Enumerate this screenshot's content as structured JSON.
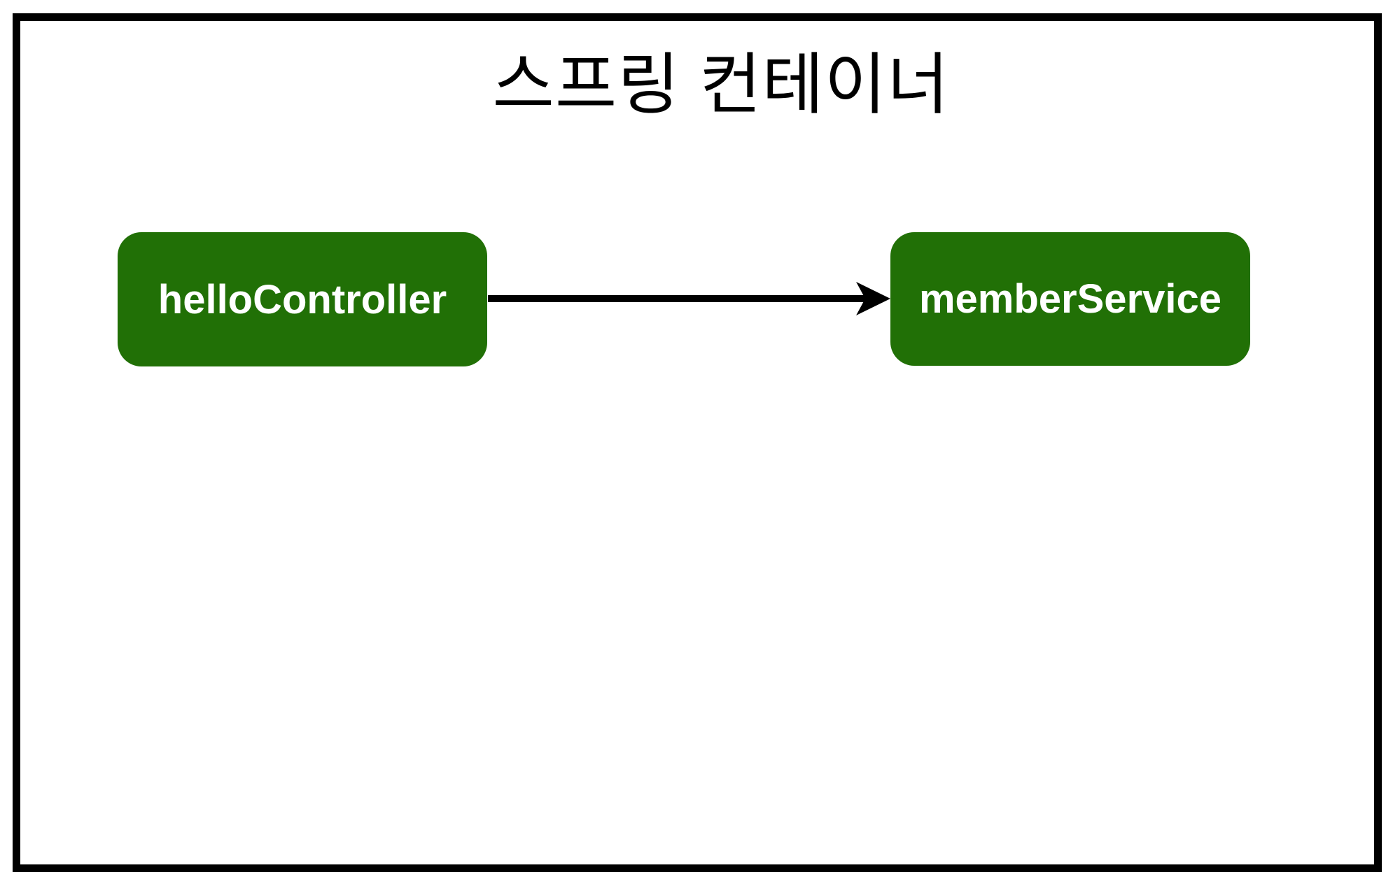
{
  "diagram": {
    "title": "스프링 컨테이너",
    "nodes": [
      {
        "id": "helloController",
        "label": "helloController"
      },
      {
        "id": "memberService",
        "label": "memberService"
      }
    ],
    "edges": [
      {
        "from": "helloController",
        "to": "memberService",
        "style": "solid-arrow"
      }
    ],
    "colors": {
      "background": "#ffffff",
      "frame_border": "#000000",
      "title_text": "#000000",
      "node_bg": "#217006",
      "node_text": "#ffffff",
      "arrow": "#000000"
    }
  }
}
